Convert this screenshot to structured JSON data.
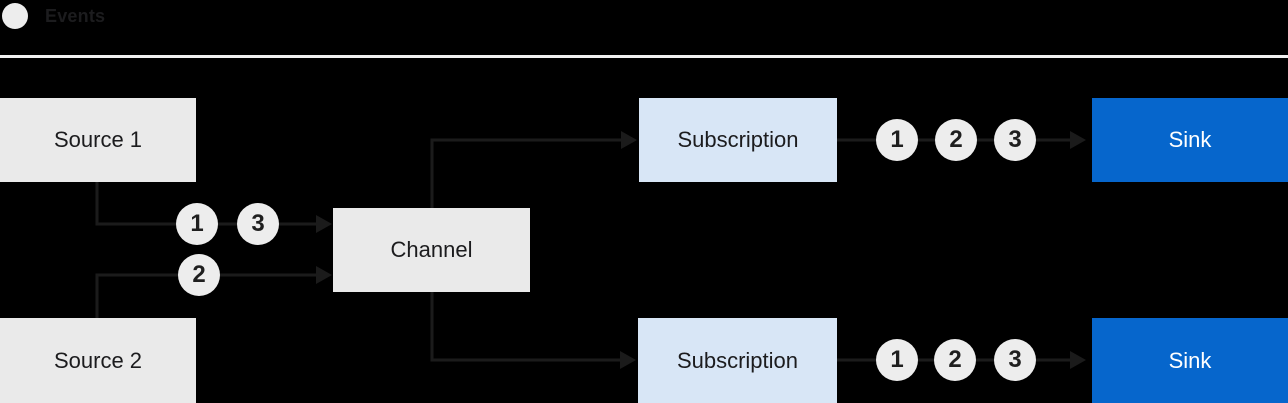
{
  "legend": {
    "label": "Events"
  },
  "colors": {
    "background": "#000000",
    "separator": "#f0f0f0",
    "node_gray": "#eaeaea",
    "node_light_blue": "#d8e6f6",
    "node_blue": "#0666cc",
    "event_circle": "#ededed",
    "connector": "#1b1b1b",
    "text_dark": "#1c1c1e",
    "text_light": "#ffffff"
  },
  "nodes": {
    "source1": {
      "label": "Source 1"
    },
    "source2": {
      "label": "Source 2"
    },
    "channel": {
      "label": "Channel"
    },
    "subscription_top": {
      "label": "Subscription"
    },
    "subscription_bottom": {
      "label": "Subscription"
    },
    "sink_top": {
      "label": "Sink"
    },
    "sink_bottom": {
      "label": "Sink"
    }
  },
  "event_markers": {
    "source1_line": [
      "1",
      "3"
    ],
    "source2_line": [
      "2"
    ],
    "subscription_top_line": [
      "1",
      "2",
      "3"
    ],
    "subscription_bottom_line": [
      "1",
      "2",
      "3"
    ]
  }
}
